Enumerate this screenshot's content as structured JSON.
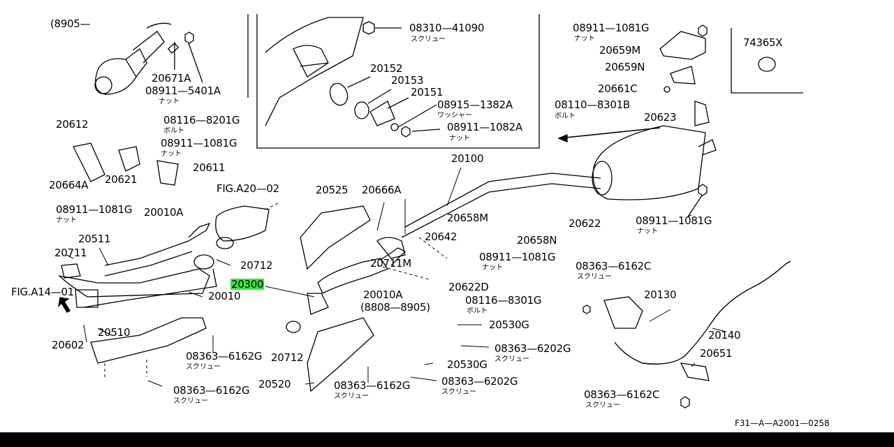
{
  "highlight_color": "#39e639",
  "labels": {
    "p8905": "(8905—",
    "p20671A": "20671A",
    "p08911_5401A": "08911—5401A",
    "p08911_5401A_sub": "ナット",
    "p08310": "08310—41090",
    "p08310_sub": "スクリュー",
    "p20152": "20152",
    "p20153": "20153",
    "p20151": "20151",
    "p08915": "08915—1382A",
    "p08915_sub": "ワッシャー",
    "p08911_1082A": "08911—1082A",
    "p08911_1082A_sub": "ナット",
    "p08911_1081G_tr": "08911—1081G",
    "p08911_1081G_tr_sub": "ナット",
    "p20659M": "20659M",
    "p20659N": "20659N",
    "p20661C": "20661C",
    "p08110": "08110—8301B",
    "p08110_sub": "ボルト",
    "p20623": "20623",
    "p74365X": "74365X",
    "p20612": "20612",
    "p08116_8201G": "08116—8201G",
    "p08116_8201G_sub": "ボルト",
    "p08911_1081G_l": "08911—1081G",
    "p08911_1081G_l_sub": "ナット",
    "p20611": "20611",
    "p20664A": "20664A",
    "p20621": "20621",
    "p08911_1081G_l2": "08911—1081G",
    "p08911_1081G_l2_sub": "ナット",
    "p20010A_top": "20010A",
    "figA2002": "FIG.A20—02",
    "p20525": "20525",
    "p20666A": "20666A",
    "p20100": "20100",
    "p08911_1081G_r": "08911—1081G",
    "p08911_1081G_r_sub": "ナット",
    "p20511": "20511",
    "p20711": "20711",
    "p20712_top": "20712",
    "figA1401": "FIG.A14—01",
    "p20010": "20010",
    "p20300": "20300",
    "p20658M": "20658M",
    "p20642": "20642",
    "p20658N": "20658N",
    "p20622": "20622",
    "p08911_1081G_c": "08911—1081G",
    "p08911_1081G_c_sub": "ナット",
    "p20711M": "20711M",
    "p20622D": "20622D",
    "p20010A_mid": "20010A",
    "p8808_8905": "(8808—8905)",
    "p08116_8301G": "08116—8301G",
    "p08116_8301G_sub": "ボルト",
    "p08363_6162C_top": "08363—6162C",
    "p08363_6162C_top_sub": "スクリュー",
    "p20130": "20130",
    "p20602": "20602",
    "p20510": "20510",
    "p08363_6162G_a": "08363—6162G",
    "p08363_6162G_a_sub": "スクリュー",
    "p20712_bot": "20712",
    "p20530G_a": "20530G",
    "p08363_6202G_a": "08363—6202G",
    "p08363_6202G_a_sub": "スクリュー",
    "p20140": "20140",
    "p20530G_b": "20530G",
    "p20651": "20651",
    "p20520": "20520",
    "p08363_6162G_b": "08363—6162G",
    "p08363_6162G_b_sub": "スクリュー",
    "p08363_6202G_b": "08363—6202G",
    "p08363_6202G_b_sub": "スクリュー",
    "p08363_6162G_c": "08363—6162G",
    "p08363_6162G_c_sub": "スクリュー",
    "p08363_6162C_bot": "08363—6162C",
    "p08363_6162C_bot_sub": "スクリュー",
    "diagram_code": "F31—A—A2001—0258"
  }
}
